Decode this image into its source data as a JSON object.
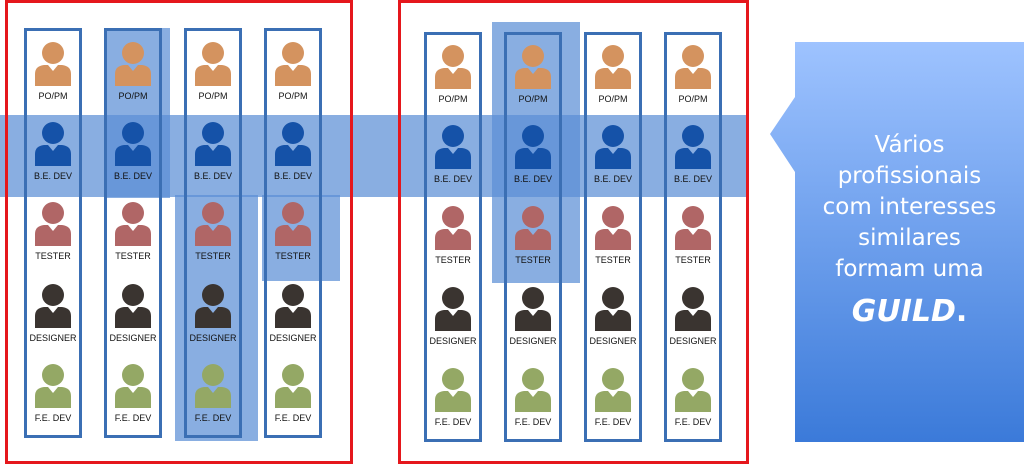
{
  "colors": {
    "frame_red": "#e5171c",
    "column_border": "#3b6fb4",
    "highlight_blue": "#5b8fd6",
    "callout_top": "#9ec3ff",
    "callout_bottom": "#3b7ad9"
  },
  "roles": [
    {
      "label": "PO/PM",
      "icon": "person-icon",
      "color": "#d4935f"
    },
    {
      "label": "B.E. DEV",
      "icon": "person-icon",
      "color": "#1552a8"
    },
    {
      "label": "TESTER",
      "icon": "person-icon",
      "color": "#b06666"
    },
    {
      "label": "DESIGNER",
      "icon": "person-icon",
      "color": "#3a3430"
    },
    {
      "label": "F.E. DEV",
      "icon": "person-icon",
      "color": "#94a865"
    }
  ],
  "callout": {
    "lines": [
      "Vários",
      "profissionais",
      "com interesses",
      "similares",
      "formam uma"
    ],
    "guild_word": "GUILD",
    "guild_punct": "."
  }
}
